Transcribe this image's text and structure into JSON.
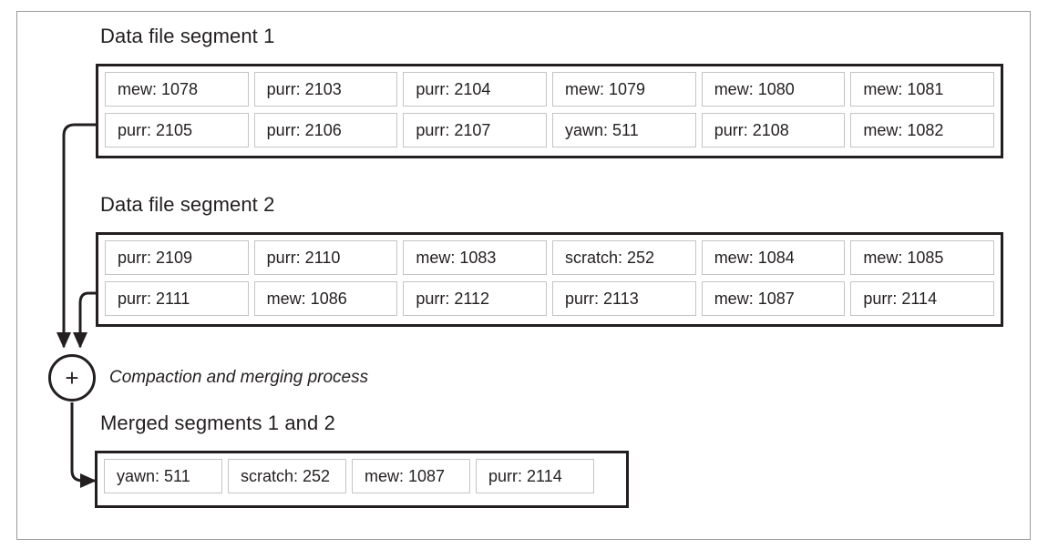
{
  "figure": {
    "segments": [
      {
        "title": "Data file segment 1",
        "rows": [
          [
            "mew: 1078",
            "purr: 2103",
            "purr: 2104",
            "mew: 1079",
            "mew: 1080",
            "mew: 1081"
          ],
          [
            "purr: 2105",
            "purr: 2106",
            "purr: 2107",
            "yawn: 511",
            "purr: 2108",
            "mew: 1082"
          ]
        ]
      },
      {
        "title": "Data file segment 2",
        "rows": [
          [
            "purr: 2109",
            "purr: 2110",
            "mew: 1083",
            "scratch: 252",
            "mew: 1084",
            "mew: 1085"
          ],
          [
            "purr: 2111",
            "mew: 1086",
            "purr: 2112",
            "purr: 2113",
            "mew: 1087",
            "purr: 2114"
          ]
        ]
      }
    ],
    "process": {
      "node_glyph": "+",
      "node_name": "compaction-merge-node",
      "label": "Compaction and merging process"
    },
    "merged": {
      "title": "Merged segments 1 and 2",
      "rows": [
        [
          "yawn: 511",
          "scratch: 252",
          "mew: 1087",
          "purr: 2114"
        ]
      ]
    },
    "colors": {
      "ink": "#231f20",
      "cell_border": "#c4c4c4",
      "frame_border": "#9b9b9b",
      "background": "#ffffff"
    }
  }
}
